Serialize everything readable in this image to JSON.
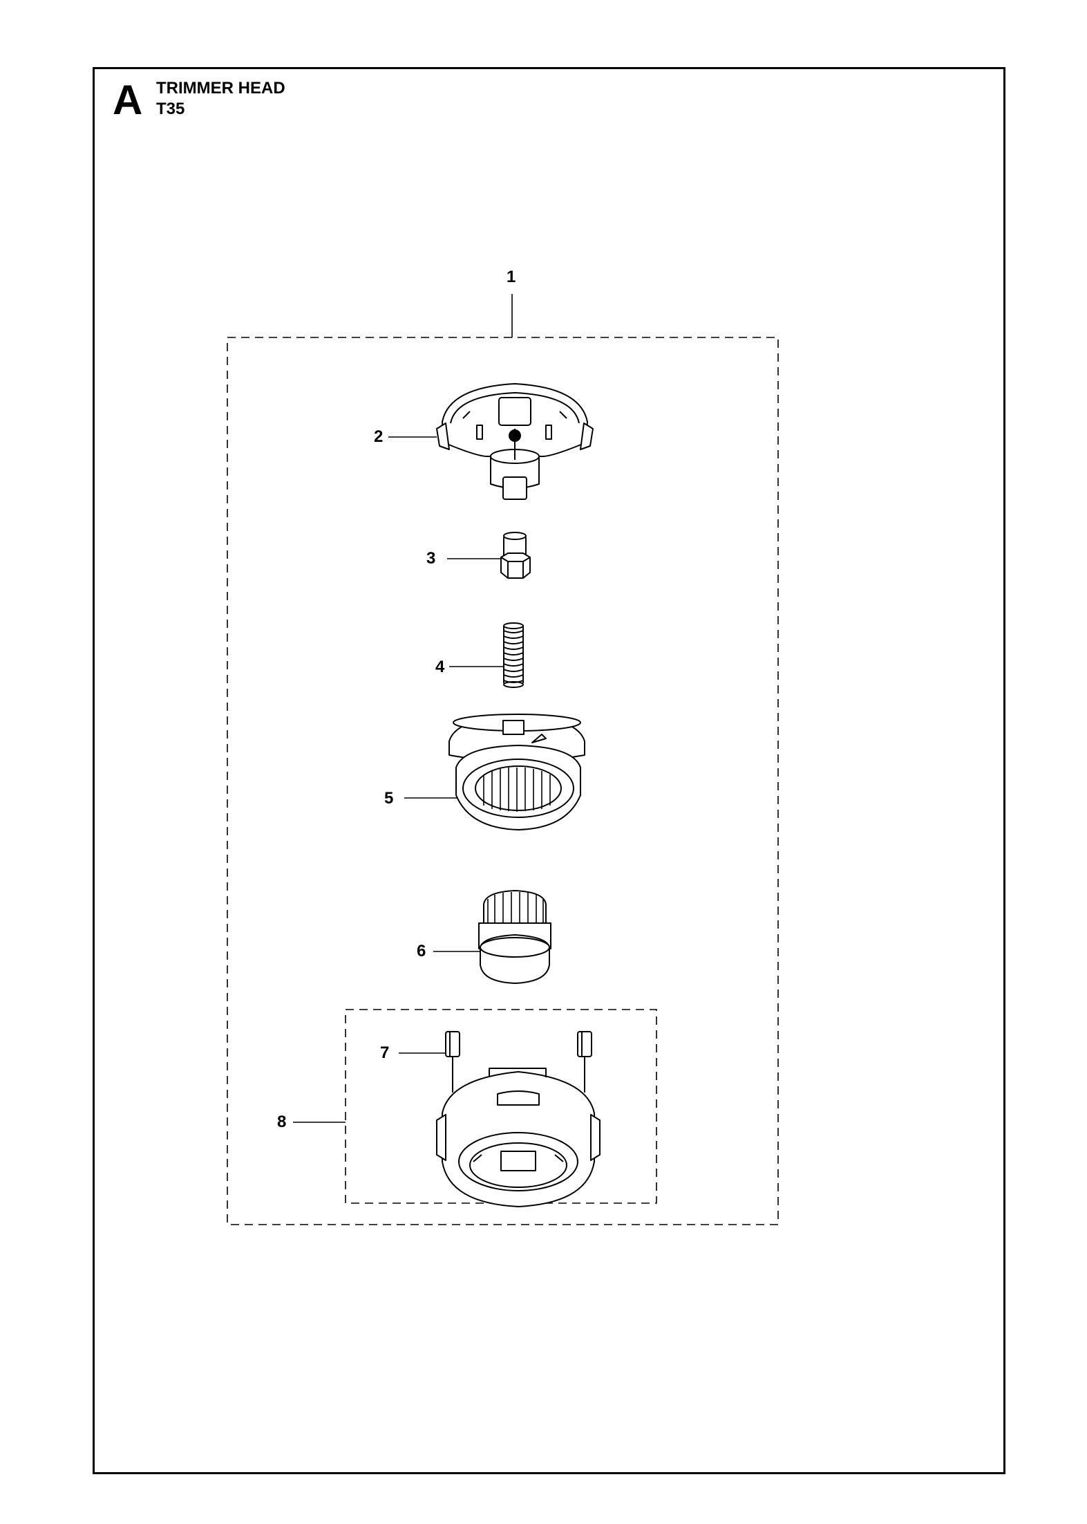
{
  "header": {
    "section_letter": "A",
    "title": "TRIMMER HEAD",
    "subtitle": "T35"
  },
  "callouts": [
    {
      "id": "1",
      "label": "1"
    },
    {
      "id": "2",
      "label": "2"
    },
    {
      "id": "3",
      "label": "3"
    },
    {
      "id": "4",
      "label": "4"
    },
    {
      "id": "5",
      "label": "5"
    },
    {
      "id": "6",
      "label": "6"
    },
    {
      "id": "7",
      "label": "7"
    },
    {
      "id": "8",
      "label": "8"
    }
  ],
  "colors": {
    "ink": "#000000",
    "paper": "#ffffff"
  },
  "icons": {
    "part-2": "cover-icon",
    "part-3": "hex-nut-icon",
    "part-4": "spring-icon",
    "part-5": "spool-icon",
    "part-6": "knob-icon",
    "part-7": "eyelet-icon",
    "part-8": "housing-icon"
  }
}
